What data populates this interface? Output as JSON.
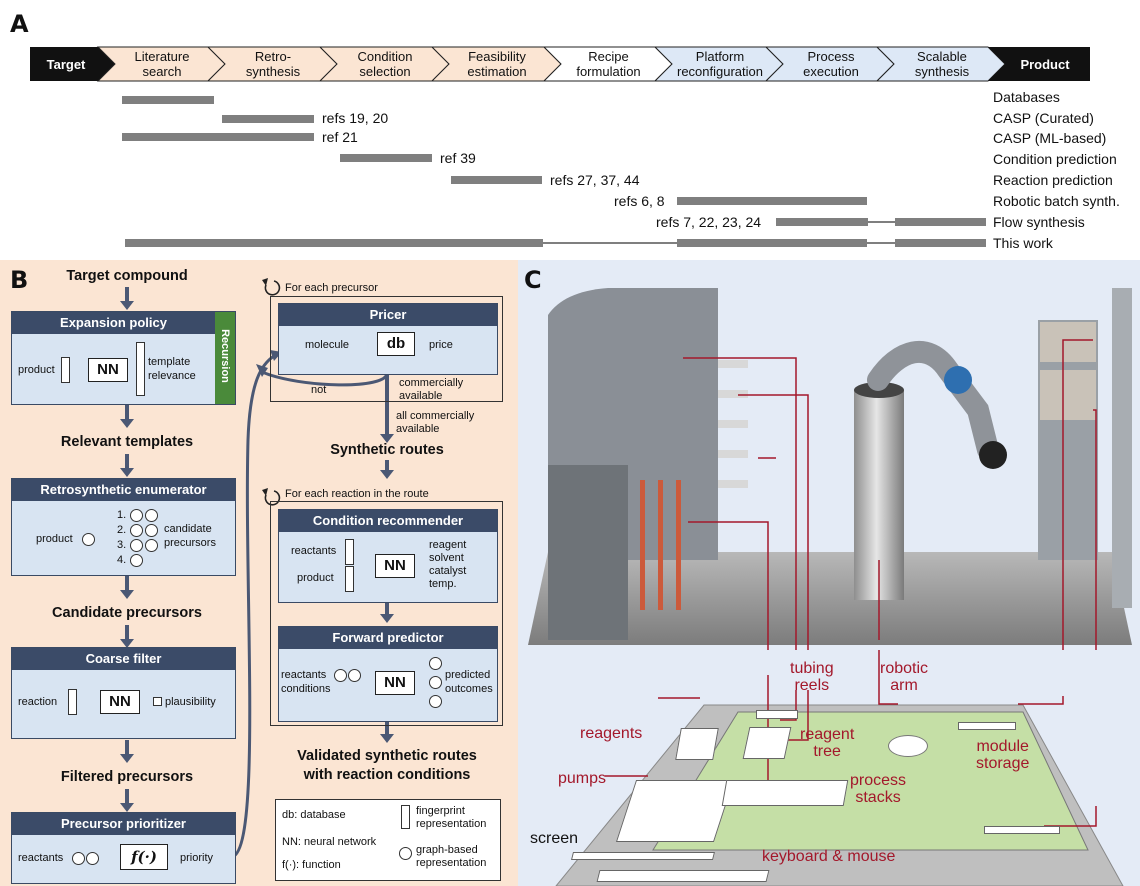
{
  "panel_a": {
    "letter": "A",
    "pipeline": {
      "start": "Target",
      "end": "Product",
      "steps": [
        [
          "Literature",
          "search"
        ],
        [
          "Retro-",
          "synthesis"
        ],
        [
          "Condition",
          "selection"
        ],
        [
          "Feasibility",
          "estimation"
        ],
        [
          "Recipe",
          "formulation"
        ],
        [
          "Platform",
          "reconfiguration"
        ],
        [
          "Process",
          "execution"
        ],
        [
          "Scalable",
          "synthesis"
        ]
      ]
    },
    "rows": [
      {
        "label": "Databases",
        "ref": ""
      },
      {
        "label": "CASP (Curated)",
        "ref": "refs 19, 20"
      },
      {
        "label": "CASP (ML-based)",
        "ref": "ref 21"
      },
      {
        "label": "Condition prediction",
        "ref": "ref 39"
      },
      {
        "label": "Reaction prediction",
        "ref": "refs 27, 37, 44"
      },
      {
        "label": "Robotic batch synth.",
        "ref": "refs 6, 8"
      },
      {
        "label": "Flow synthesis",
        "ref": "refs 7, 22, 23, 24"
      },
      {
        "label": "This work",
        "ref": ""
      }
    ]
  },
  "panel_b": {
    "letter": "B",
    "left": {
      "target": "Target compound",
      "expansion": {
        "title": "Expansion policy",
        "input": "product",
        "nn": "NN",
        "output_1": "template",
        "output_2": "relevance",
        "side": "Recursion"
      },
      "relevant": "Relevant templates",
      "enumerator": {
        "title": "Retrosynthetic enumerator",
        "input": "product",
        "nums": [
          "1.",
          "2.",
          "3.",
          "4."
        ],
        "output_1": "candidate",
        "output_2": "precursors"
      },
      "candidates": "Candidate precursors",
      "coarse": {
        "title": "Coarse filter",
        "input": "reaction",
        "nn": "NN",
        "output": "plausibility"
      },
      "filtered": "Filtered precursors",
      "prioritizer": {
        "title": "Precursor prioritizer",
        "input": "reactants",
        "func": "f(·)",
        "output": "priority"
      }
    },
    "right": {
      "loop1": "For each precursor",
      "pricer": {
        "title": "Pricer",
        "input": "molecule",
        "db": "db",
        "output": "price"
      },
      "not": "not",
      "comm_1": "commercially",
      "comm_2": "available",
      "allcomm_1": "all commercially",
      "allcomm_2": "available",
      "routes": "Synthetic routes",
      "loop2": "For each reaction in the route",
      "cond": {
        "title": "Condition recommender",
        "in_1": "reactants",
        "in_2": "product",
        "nn": "NN",
        "out": [
          "reagent",
          "solvent",
          "catalyst",
          "temp."
        ]
      },
      "forward": {
        "title": "Forward predictor",
        "in_1": "reactants",
        "in_2": "conditions",
        "nn": "NN",
        "out_1": "predicted",
        "out_2": "outcomes"
      },
      "validated_1": "Validated synthetic routes",
      "validated_2": "with reaction conditions",
      "legend": {
        "db": "db: database",
        "nn": "NN: neural network",
        "f": "f(·): function",
        "fp_1": "fingerprint",
        "fp_2": "representation",
        "gb_1": "graph-based",
        "gb_2": "representation"
      }
    }
  },
  "panel_c": {
    "letter": "C",
    "labels": {
      "tubing_1": "tubing",
      "tubing_2": "reels",
      "robotic_1": "robotic",
      "robotic_2": "arm",
      "reagents": "reagents",
      "reagent_tree_1": "reagent",
      "reagent_tree_2": "tree",
      "module_1": "module",
      "module_2": "storage",
      "pumps": "pumps",
      "process_1": "process",
      "process_2": "stacks",
      "screen": "screen",
      "keyboard": "keyboard & mouse"
    },
    "colors": {
      "label": "#a3182b",
      "bench": "#c5dfa6",
      "panel_b_bg": "#fbe5d3",
      "box_header": "#3b4b68",
      "recursion": "#4a8a3a"
    }
  }
}
